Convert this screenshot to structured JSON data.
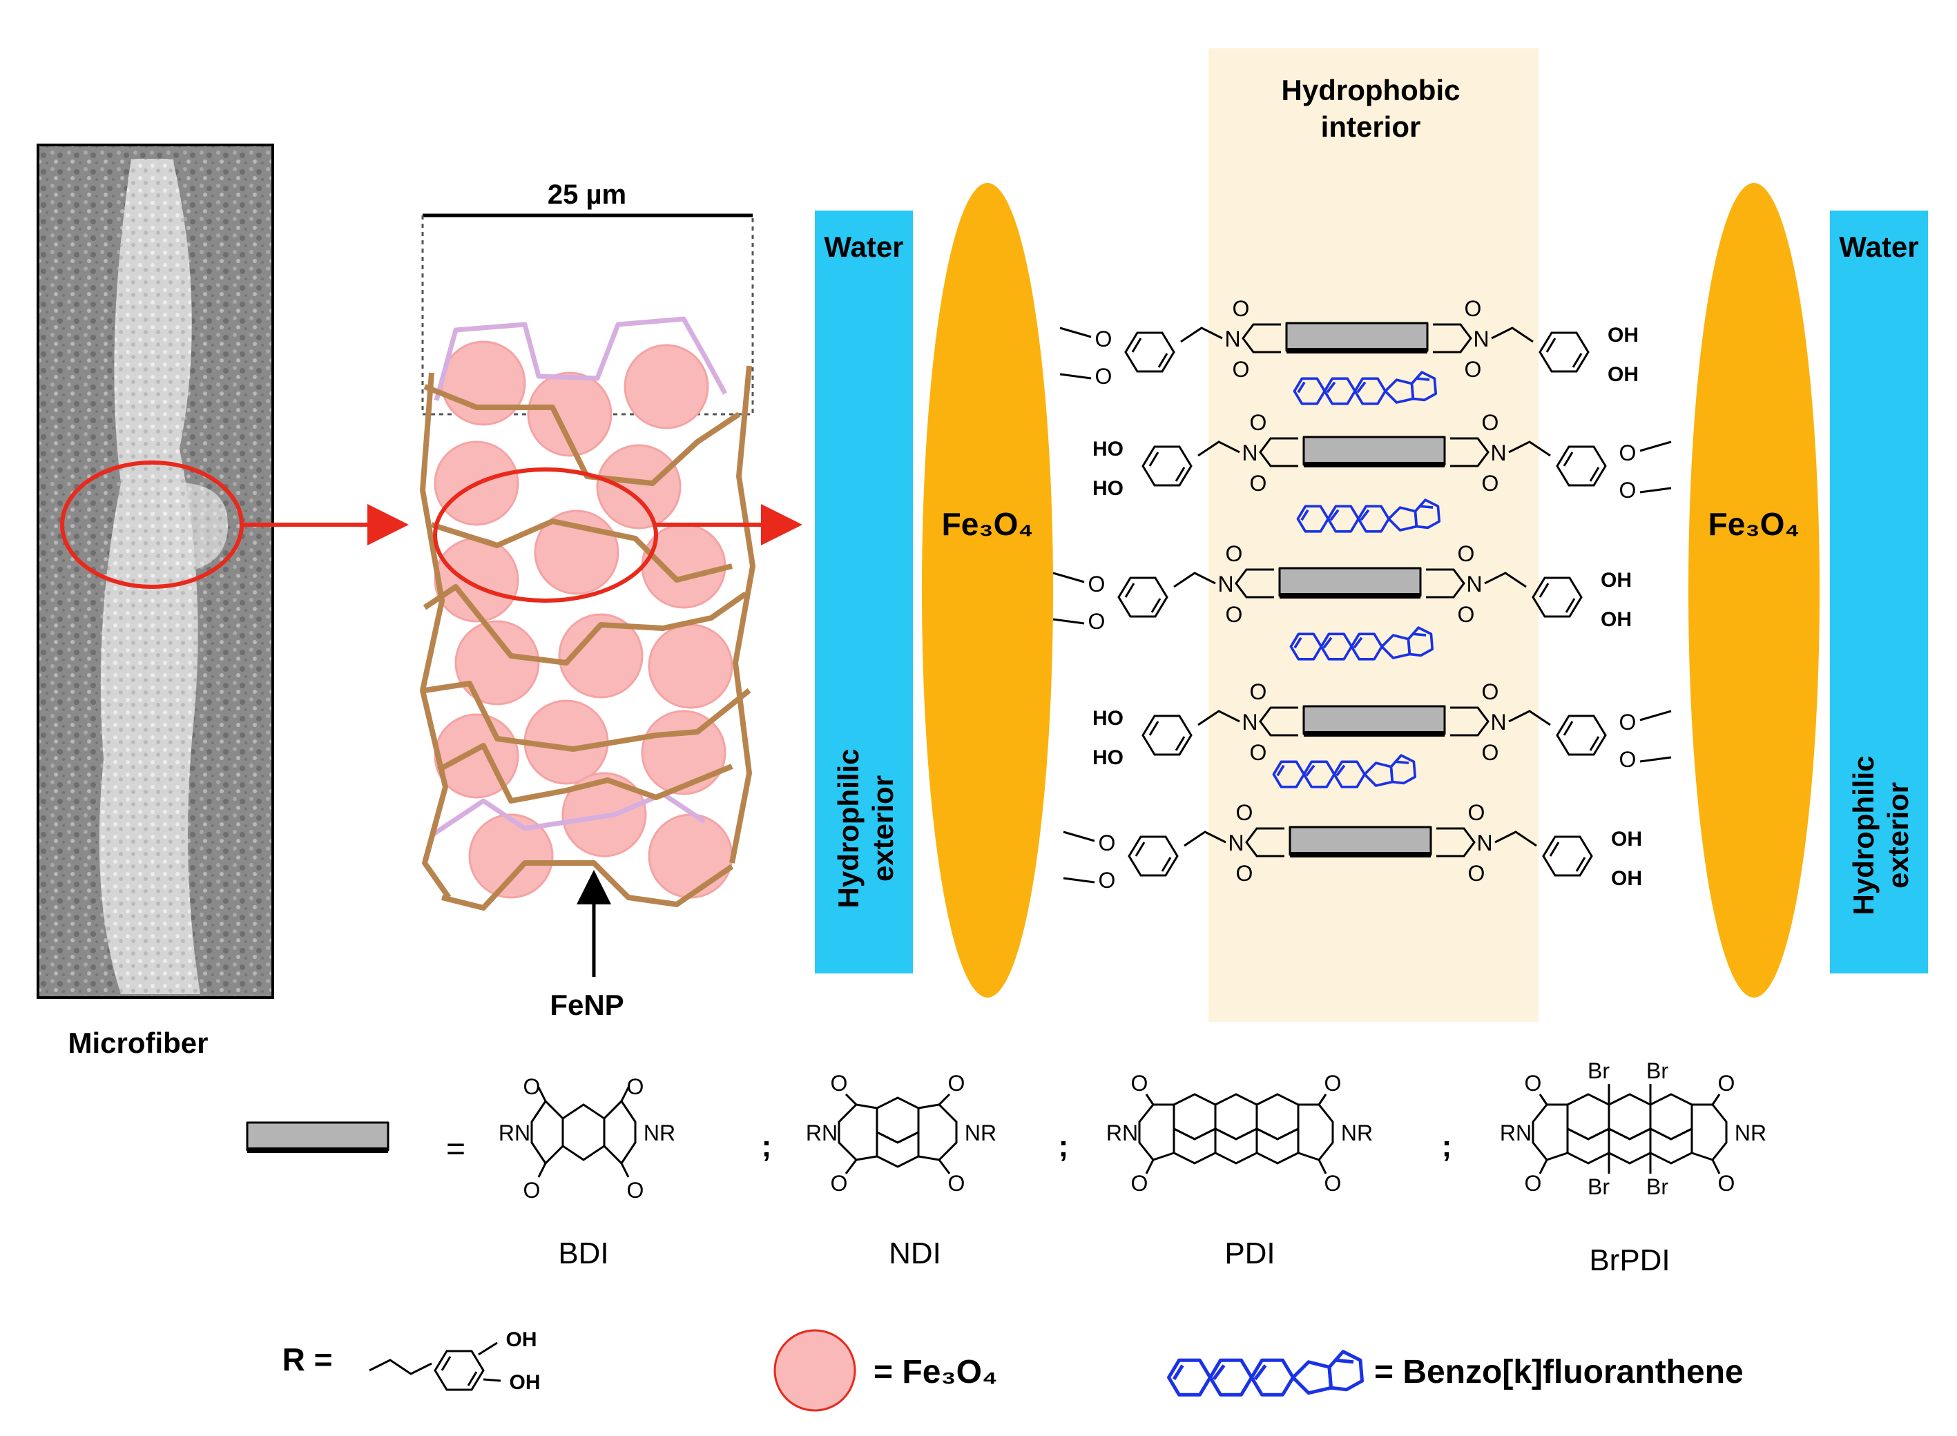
{
  "panel_sem": {
    "caption": "Microfiber"
  },
  "panel_fiber": {
    "scale_label": "25 µm",
    "arrow_label": "FeNP"
  },
  "panel_assembly": {
    "water_left": "Water",
    "water_right": "Water",
    "exterior_left_line1": "Hydrophilic",
    "exterior_left_line2": "exterior",
    "exterior_right_line1": "Hydrophilic",
    "exterior_right_line2": "exterior",
    "interior_line1": "Hydrophobic",
    "interior_line2": "interior",
    "oxide_left": "Fe₃O₄",
    "oxide_right": "Fe₃O₄"
  },
  "atoms": {
    "oxygen": "O",
    "nitrogen": "N",
    "hydroxyl": "OH",
    "hydroxyl_left": "HO",
    "imide_r_left": "RN",
    "imide_r_right": "NR",
    "bromine": "Br"
  },
  "legend": {
    "equals": "=",
    "separator": ";",
    "core_names": [
      "BDI",
      "NDI",
      "PDI",
      "BrPDI"
    ],
    "r_label": "R =",
    "sphere_label": "=  Fe₃O₄",
    "guest_label": "= Benzo[k]fluoranthene"
  },
  "colors": {
    "water_blue": "#29c8f5",
    "oxide_orange": "#fbb20e",
    "interior_tan": "#fdf2db",
    "nanoparticle_pink": "#f9b9b9",
    "fiber_brown": "#b8844e",
    "fiber_lilac": "#d6aee0",
    "arrow_red": "#e8291b",
    "guest_blue": "#1a32e6",
    "core_gray": "#b4b4b4"
  }
}
